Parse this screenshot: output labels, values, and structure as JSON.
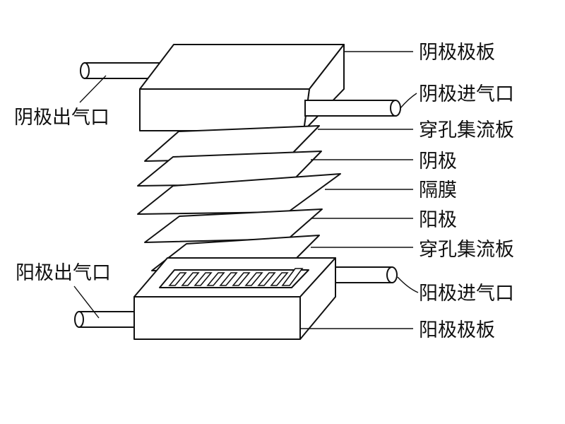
{
  "labels": {
    "cathode_plate": "阴极极板",
    "cathode_inlet": "阴极进气口",
    "cathode_outlet": "阴极出气口",
    "current_collector_top": "穿孔集流板",
    "cathode": "阴极",
    "membrane": "隔膜",
    "anode": "阳极",
    "current_collector_bottom": "穿孔集流板",
    "anode_outlet": "阳极出气口",
    "anode_inlet": "阳极进气口",
    "anode_plate": "阳极极板"
  }
}
